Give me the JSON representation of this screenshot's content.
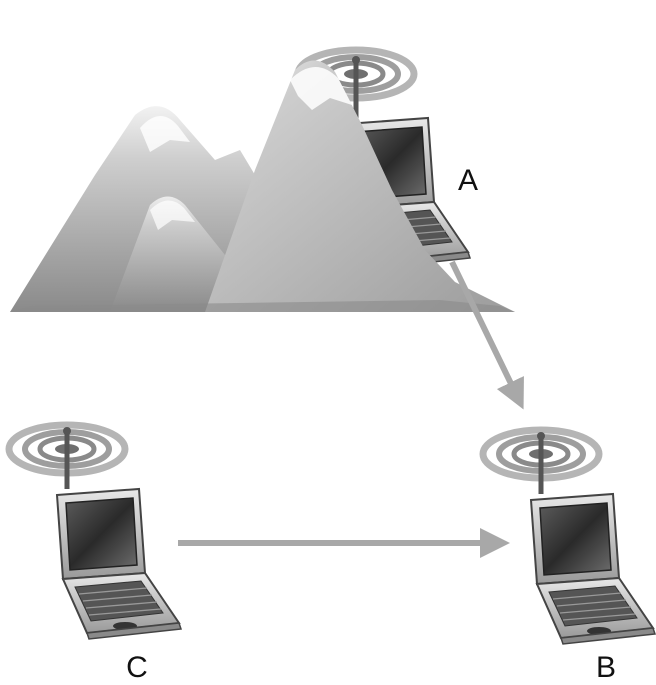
{
  "diagram": {
    "nodes": [
      {
        "id": "A",
        "label": "A"
      },
      {
        "id": "B",
        "label": "B"
      },
      {
        "id": "C",
        "label": "C"
      }
    ],
    "edges": [
      {
        "from": "A",
        "to": "B"
      },
      {
        "from": "C",
        "to": "B"
      }
    ],
    "obstacle": "mountain",
    "colors": {
      "arrow": "#a8a8a8",
      "mountain_light": "#e6e6e6",
      "mountain_dark": "#8e8e8e",
      "laptop_body": "#cfcfcf",
      "laptop_screen": "#3a3a3a"
    }
  }
}
